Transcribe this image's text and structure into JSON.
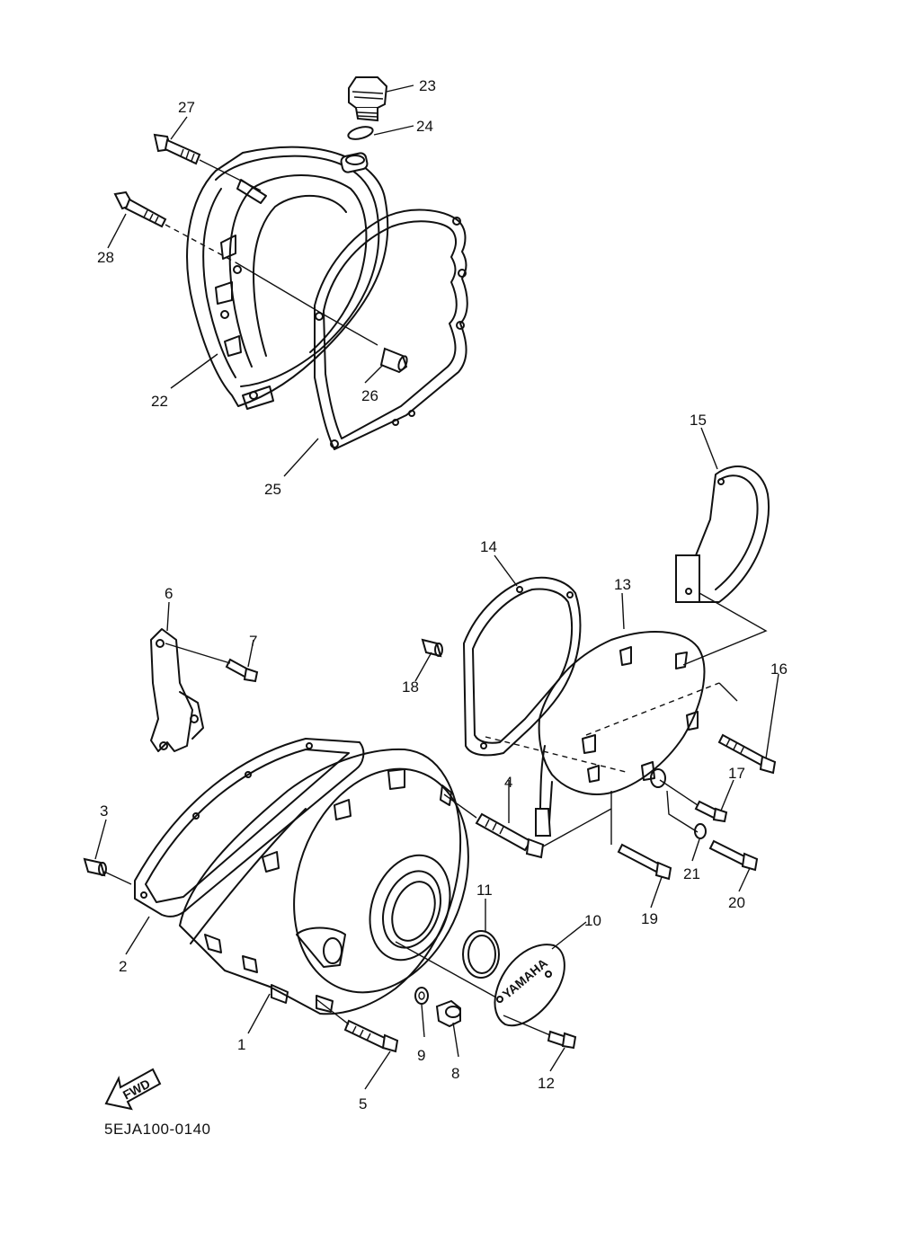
{
  "diagram": {
    "code": "5EJA100-0140",
    "fwd_label": "FWD",
    "cover_logo": "YAMAHA",
    "parts": [
      "1",
      "2",
      "3",
      "4",
      "5",
      "6",
      "7",
      "8",
      "9",
      "10",
      "11",
      "12",
      "13",
      "14",
      "15",
      "16",
      "17",
      "18",
      "19",
      "20",
      "21",
      "22",
      "23",
      "24",
      "25",
      "26",
      "27",
      "28"
    ]
  }
}
